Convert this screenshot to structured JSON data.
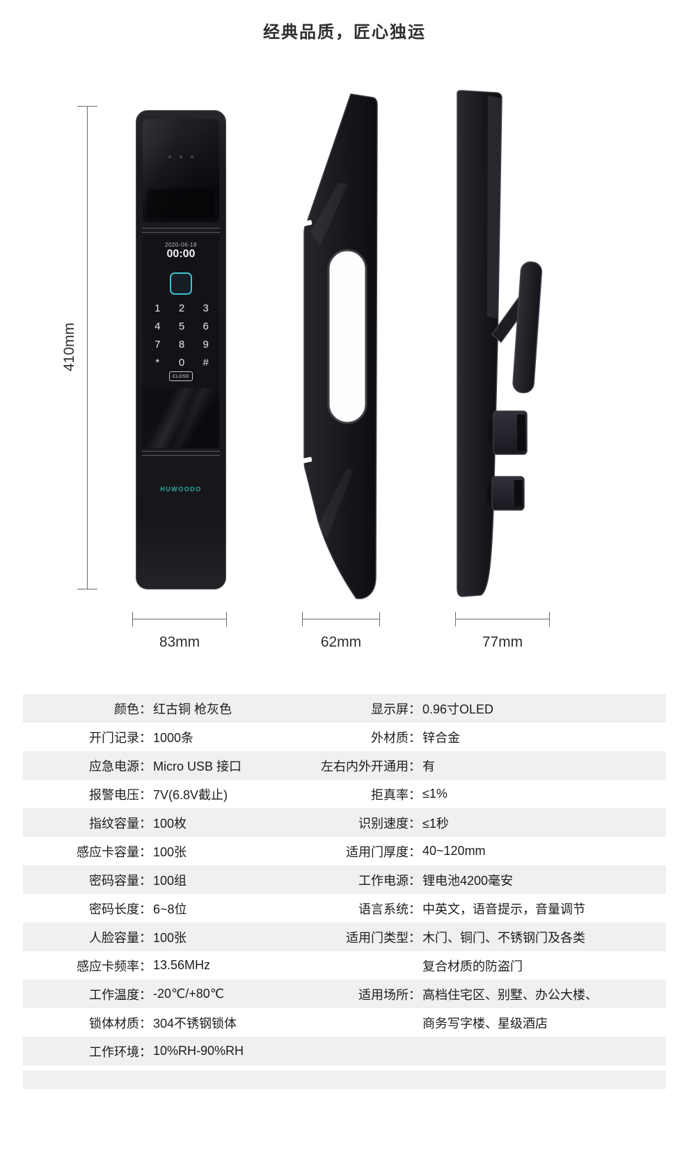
{
  "title": "经典品质，匠心独运",
  "dims": {
    "height": "410mm",
    "front_width": "83mm",
    "side_width": "62mm",
    "back_width": "77mm"
  },
  "lock": {
    "screen_date": "2020-06-18",
    "screen_time": "00:00",
    "keys": [
      "1",
      "2",
      "3",
      "4",
      "5",
      "6",
      "7",
      "8",
      "9",
      "*",
      "0",
      "#"
    ],
    "close_label": "CLOSE",
    "brand": "HUWOODO"
  },
  "specs": {
    "rows": [
      {
        "l_label": "颜色：",
        "l_value": "红古铜 枪灰色",
        "r_label": "显示屏：",
        "r_value": "0.96寸OLED"
      },
      {
        "l_label": "开门记录：",
        "l_value": "1000条",
        "r_label": "外材质：",
        "r_value": "锌合金"
      },
      {
        "l_label": "应急电源：",
        "l_value": "Micro USB 接口",
        "r_label": "左右内外开通用：",
        "r_value": "有"
      },
      {
        "l_label": "报警电压：",
        "l_value": "7V(6.8V截止)",
        "r_label": "拒真率：",
        "r_value": "≤1%"
      },
      {
        "l_label": "指纹容量：",
        "l_value": "100枚",
        "r_label": "识别速度：",
        "r_value": "≤1秒"
      },
      {
        "l_label": "感应卡容量：",
        "l_value": "100张",
        "r_label": "适用门厚度：",
        "r_value": "40~120mm"
      },
      {
        "l_label": "密码容量：",
        "l_value": "100组",
        "r_label": "工作电源：",
        "r_value": "锂电池4200毫安"
      },
      {
        "l_label": "密码长度：",
        "l_value": "6~8位",
        "r_label": "语言系统：",
        "r_value": "中英文，语音提示，音量调节"
      },
      {
        "l_label": "人脸容量：",
        "l_value": "100张",
        "r_label": "适用门类型：",
        "r_value": "木门、铜门、不锈钢门及各类"
      },
      {
        "l_label": "感应卡频率：",
        "l_value": "13.56MHz",
        "r_label": "",
        "r_value": "复合材质的防盗门"
      },
      {
        "l_label": "工作温度：",
        "l_value": "-20℃/+80℃",
        "r_label": "适用场所：",
        "r_value": "高档住宅区、别墅、办公大楼、"
      },
      {
        "l_label": "锁体材质：",
        "l_value": "304不锈钢锁体",
        "r_label": "",
        "r_value": "商务写字楼、星级酒店"
      },
      {
        "l_label": "工作环境：",
        "l_value": "10%RH-90%RH",
        "r_label": "",
        "r_value": ""
      }
    ]
  }
}
